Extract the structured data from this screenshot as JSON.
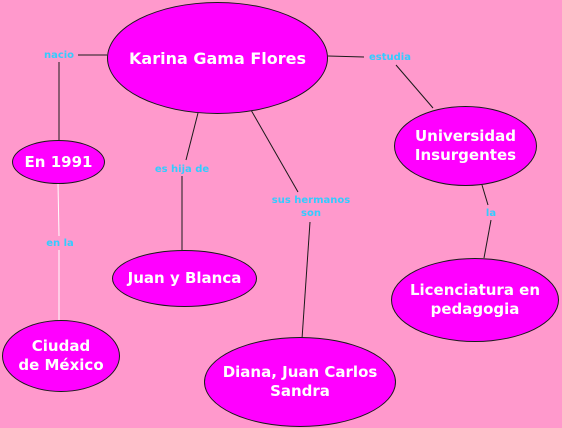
{
  "colors": {
    "background": "#FF99CC",
    "node_fill": "#FF00FF",
    "node_text": "#FFFFFF",
    "link_label": "#33CCFF",
    "line": "#1A1A1A"
  },
  "nodes": {
    "main": "Karina  Gama Flores",
    "year": "En 1991",
    "university": "Universidad\nInsurgentes",
    "parents": "Juan y Blanca",
    "city": "Ciudad\nde México",
    "siblings": "Diana, Juan Carlos\nSandra",
    "degree": "Licenciatura en\npedagogia"
  },
  "links": {
    "nacio": "nacio",
    "estudia": "estudia",
    "es_hija_de": "es hija de",
    "sus_hermanos": "sus hermanos\nson",
    "en_la_city": "en la",
    "en_la_degree": "la"
  }
}
